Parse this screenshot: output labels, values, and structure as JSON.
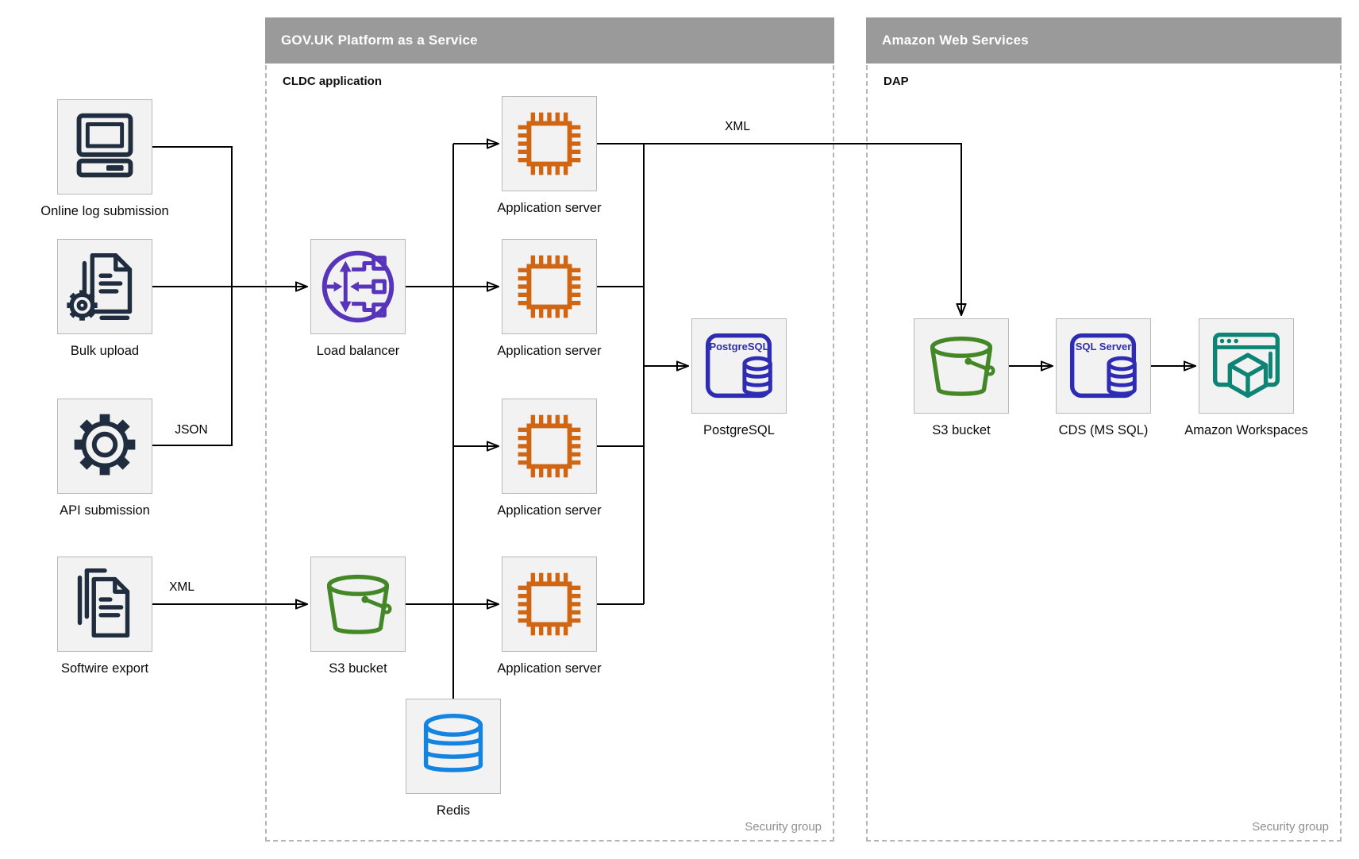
{
  "diagram": {
    "sources": {
      "online_log": "Online log submission",
      "bulk_upload": "Bulk upload",
      "api_submission": "API submission",
      "softwire_export": "Softwire export"
    },
    "paas": {
      "title": "GOV.UK Platform as a Service",
      "group_label": "CLDC application",
      "security_label": "Security group",
      "load_balancer": "Load balancer",
      "app_server": "Application server",
      "postgresql": "PostgreSQL",
      "postgresql_icon_text": "PostgreSQL",
      "s3_bucket": "S3 bucket",
      "redis": "Redis"
    },
    "aws": {
      "title": "Amazon Web Services",
      "group_label": "DAP",
      "security_label": "Security group",
      "s3_bucket": "S3 bucket",
      "cds": "CDS (MS SQL)",
      "cds_icon_text": "SQL Server",
      "workspaces": "Amazon Workspaces"
    },
    "edge_labels": {
      "json": "JSON",
      "xml_softwire": "XML",
      "xml_app": "XML"
    },
    "colors": {
      "source_icons": "#1f2d3e",
      "load_balancer": "#5834ba",
      "app_server": "#d06613",
      "postgresql": "#2f2cb4",
      "s3_bucket": "#448727",
      "redis": "#1583e0",
      "cds": "#2f2cb4",
      "workspaces": "#0d8474",
      "header_bg": "#9a9a9a",
      "box_fill": "#f2f2f2"
    }
  }
}
